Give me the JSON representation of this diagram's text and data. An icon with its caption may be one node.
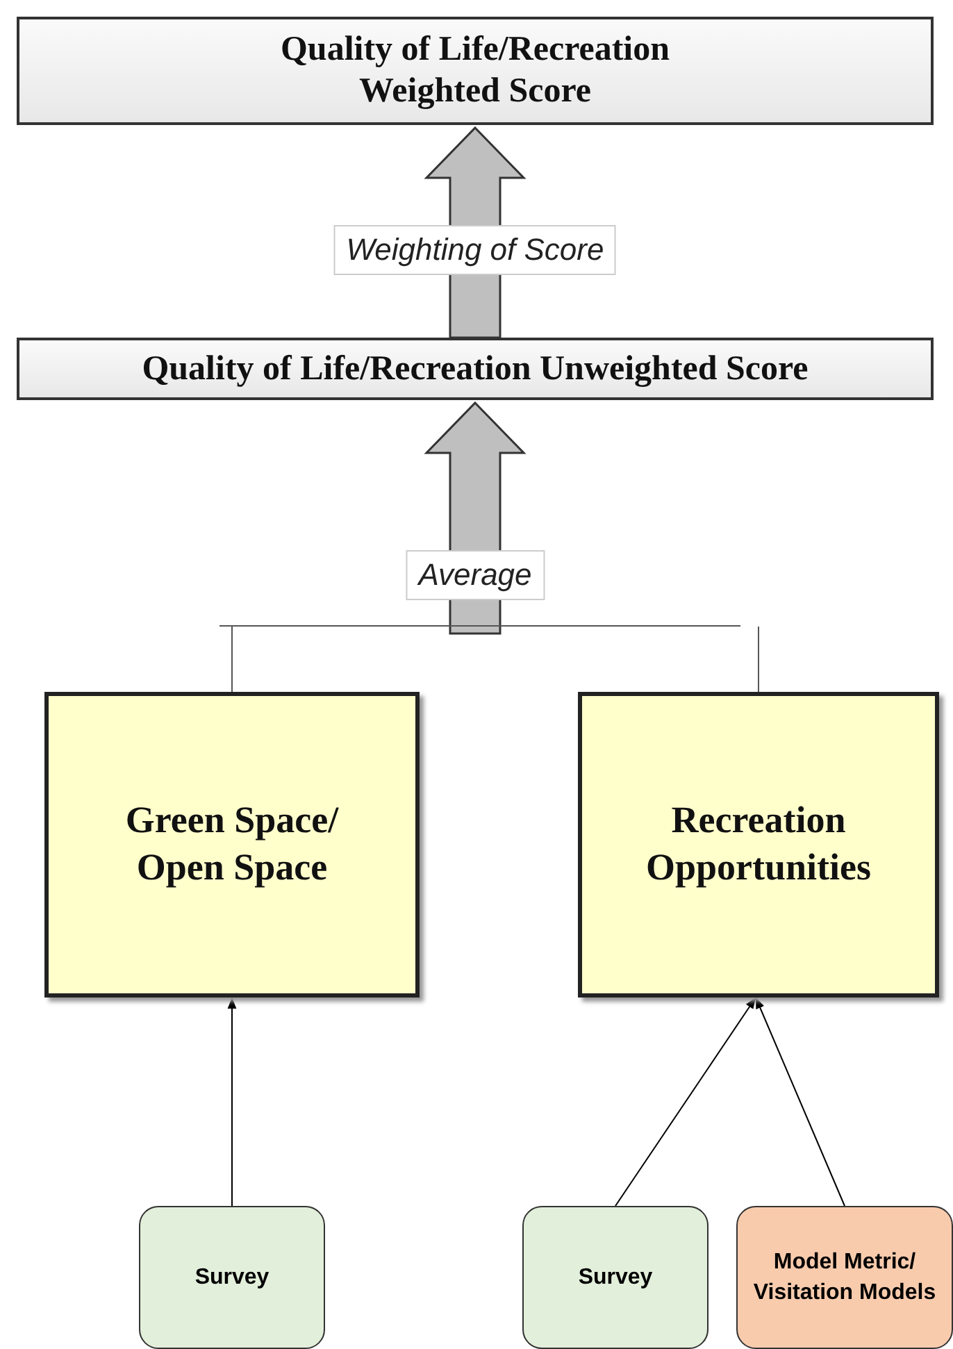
{
  "diagram": {
    "nodes": [
      {
        "text": [
          "Quality of Life/Recreation Weighted Score"
        ]
      },
      {
        "text": [
          "Quality of Life/Recreation Unweighted Score"
        ]
      },
      {
        "text": [],
        "shape": "bracket"
      },
      {
        "text": [
          "Green Space/ Open Space"
        ]
      },
      {
        "text": [
          "Recreation Opportunities"
        ]
      },
      {
        "text": [
          "Survey"
        ]
      },
      {
        "text": [
          "Survey"
        ]
      },
      {
        "text": [
          "Model Metric/ Visitation Models"
        ]
      }
    ],
    "edges": [
      {
        "from": 1,
        "to": 0,
        "arrow": "to",
        "label": "Weighting of Score",
        "style": "thick",
        "color": "#bfbfbf"
      },
      {
        "from": 2,
        "to": 1,
        "arrow": "to",
        "label": "Average",
        "style": "thick",
        "color": "#bfbfbf"
      },
      {
        "from": 3,
        "to": 2,
        "arrow": "none"
      },
      {
        "from": 4,
        "to": 2,
        "arrow": "none"
      },
      {
        "from": 5,
        "to": 3,
        "arrow": "to"
      },
      {
        "from": 6,
        "to": 4,
        "arrow": "to"
      },
      {
        "from": 7,
        "to": 4,
        "arrow": "to"
      }
    ]
  }
}
